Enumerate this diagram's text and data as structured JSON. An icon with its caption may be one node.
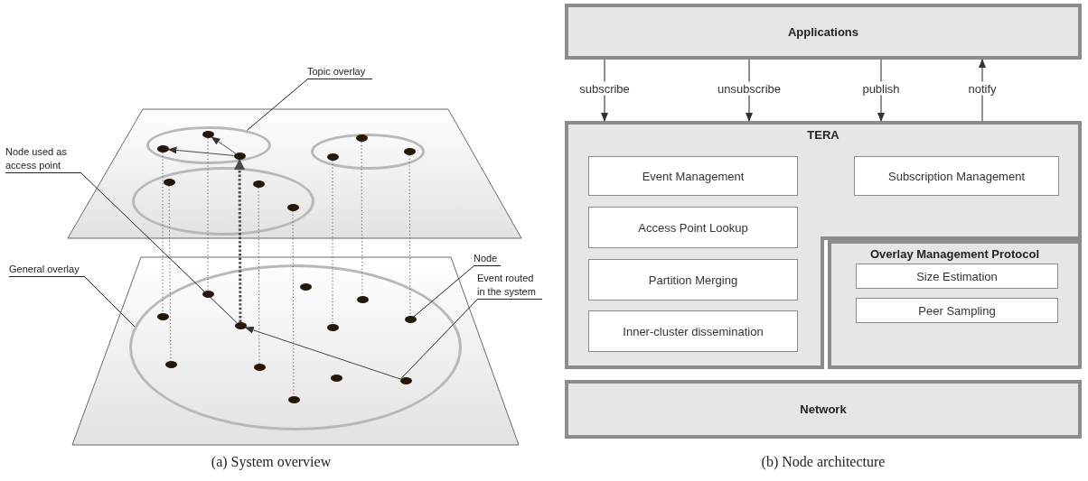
{
  "diagram": {
    "nodes": [
      {
        "text": [
          "Topic overlay"
        ]
      },
      {
        "text": [
          "Node used as access point"
        ]
      },
      {
        "text": [
          "General overlay"
        ]
      },
      {
        "text": [
          "Node"
        ]
      },
      {
        "text": [
          "Event routed in the system"
        ]
      },
      {
        "text": [],
        "shape": "circle"
      },
      {
        "text": [],
        "shape": "circle"
      },
      {
        "text": [],
        "shape": "circle"
      },
      {
        "text": [],
        "shape": "circle"
      },
      {
        "text": [],
        "shape": "circle",
        "in": 5
      },
      {
        "text": [],
        "shape": "circle",
        "in": 5
      },
      {
        "text": [],
        "shape": "circle",
        "in": 5
      },
      {
        "text": [],
        "shape": "circle",
        "in": 6
      },
      {
        "text": [],
        "shape": "circle",
        "in": 6
      },
      {
        "text": [],
        "shape": "circle",
        "in": 6
      },
      {
        "text": [],
        "shape": "circle",
        "in": 7
      },
      {
        "text": [],
        "shape": "circle",
        "in": 7
      },
      {
        "text": [],
        "shape": "circle",
        "in": 7
      },
      {
        "text": [],
        "shape": "circle",
        "in": 8
      },
      {
        "text": [],
        "shape": "circle",
        "in": 8
      },
      {
        "text": [],
        "shape": "circle",
        "in": 8
      },
      {
        "text": [],
        "shape": "circle",
        "in": 8
      },
      {
        "text": [],
        "shape": "circle",
        "in": 8
      },
      {
        "text": [],
        "shape": "circle",
        "in": 8
      },
      {
        "text": [],
        "shape": "circle",
        "in": 8
      },
      {
        "text": [],
        "shape": "circle",
        "in": 8
      },
      {
        "text": [],
        "shape": "circle",
        "in": 8
      },
      {
        "text": [],
        "shape": "circle",
        "in": 8
      },
      {
        "text": [],
        "shape": "circle",
        "in": 8
      },
      {
        "text": [],
        "shape": "circle",
        "in": 8
      },
      {
        "text": [
          "Applications"
        ]
      },
      {
        "text": [
          "TERA"
        ]
      },
      {
        "text": [
          "Event Management"
        ],
        "in": 31
      },
      {
        "text": [
          "Subscription Management"
        ],
        "in": 31
      },
      {
        "text": [
          "Access Point Lookup"
        ],
        "in": 31
      },
      {
        "text": [
          "Partition Merging"
        ],
        "in": 31
      },
      {
        "text": [
          "Inner-cluster dissemination"
        ],
        "in": 31
      },
      {
        "text": [
          "Overlay Management Protocol"
        ]
      },
      {
        "text": [
          "Size Estimation"
        ],
        "in": 37
      },
      {
        "text": [
          "Peer Sampling"
        ],
        "in": 37
      },
      {
        "text": [
          "Network"
        ]
      }
    ],
    "edges": [
      {
        "from": 0,
        "to": 5,
        "arrow": "none"
      },
      {
        "from": 1,
        "to": 23,
        "arrow": "none"
      },
      {
        "from": 2,
        "to": 8,
        "arrow": "none"
      },
      {
        "from": 3,
        "to": 22,
        "arrow": "none"
      },
      {
        "from": 4,
        "to": 28,
        "arrow": "none"
      },
      {
        "from": 28,
        "to": 23,
        "arrow": "to"
      },
      {
        "from": 11,
        "to": 10,
        "arrow": "to"
      },
      {
        "from": 11,
        "to": 9,
        "arrow": "to"
      },
      {
        "from": 23,
        "to": 11,
        "arrow": "to",
        "style": "dashed"
      },
      {
        "from": 10,
        "to": 21,
        "arrow": "none",
        "style": "dashed"
      },
      {
        "from": 15,
        "to": 25,
        "arrow": "none",
        "style": "dashed"
      },
      {
        "from": 9,
        "to": 19,
        "arrow": "none",
        "style": "dashed"
      },
      {
        "from": 16,
        "to": 26,
        "arrow": "none",
        "style": "dashed"
      },
      {
        "from": 17,
        "to": 29,
        "arrow": "none",
        "style": "dashed"
      },
      {
        "from": 13,
        "to": 24,
        "arrow": "none",
        "style": "dashed"
      },
      {
        "from": 12,
        "to": 20,
        "arrow": "none",
        "style": "dashed"
      },
      {
        "from": 14,
        "to": 22,
        "arrow": "none",
        "style": "dashed"
      },
      {
        "from": 30,
        "to": 31,
        "arrow": "to",
        "label": "subscribe"
      },
      {
        "from": 30,
        "to": 31,
        "arrow": "to",
        "label": "unsubscribe"
      },
      {
        "from": 30,
        "to": 31,
        "arrow": "to",
        "label": "publish"
      },
      {
        "from": 31,
        "to": 30,
        "arrow": "to",
        "label": "notify"
      }
    ],
    "labels": [
      "(a) System overview",
      "(b) Node architecture"
    ]
  }
}
